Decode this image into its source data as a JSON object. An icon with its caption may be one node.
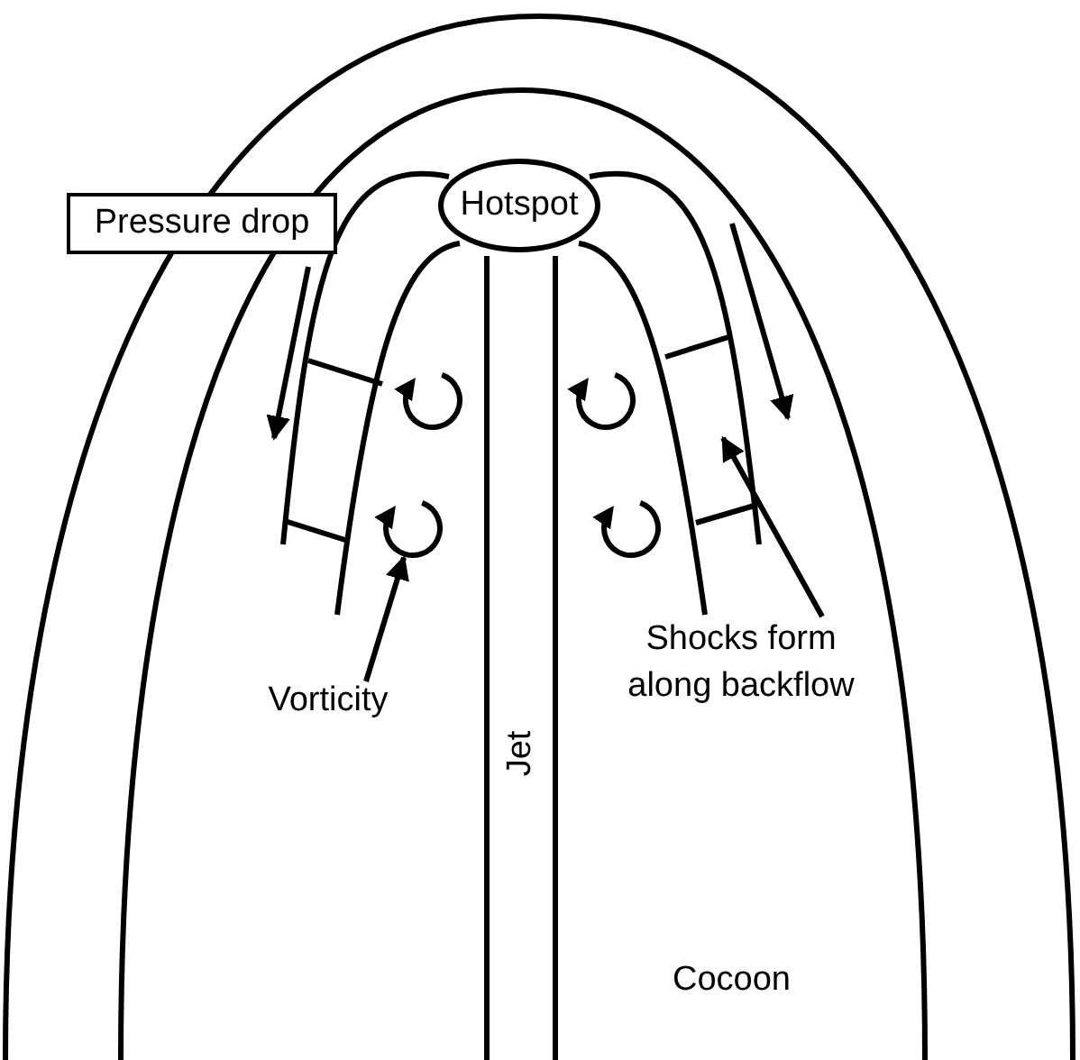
{
  "diagram": {
    "nodes": [
      {
        "text": [
          "Hotspot"
        ]
      },
      {
        "text": [
          "Pressure drop"
        ]
      },
      {
        "text": [
          "Vorticity"
        ]
      },
      {
        "text": [
          "Shocks form along backflow"
        ]
      },
      {
        "text": [],
        "shape": "circle"
      }
    ],
    "edges": [
      {
        "from": 2,
        "to": 4,
        "arrow": "to"
      },
      {
        "from": 3,
        "to": null,
        "arrow": "to"
      }
    ],
    "labels": [
      "Jet",
      "Cocoon"
    ]
  }
}
